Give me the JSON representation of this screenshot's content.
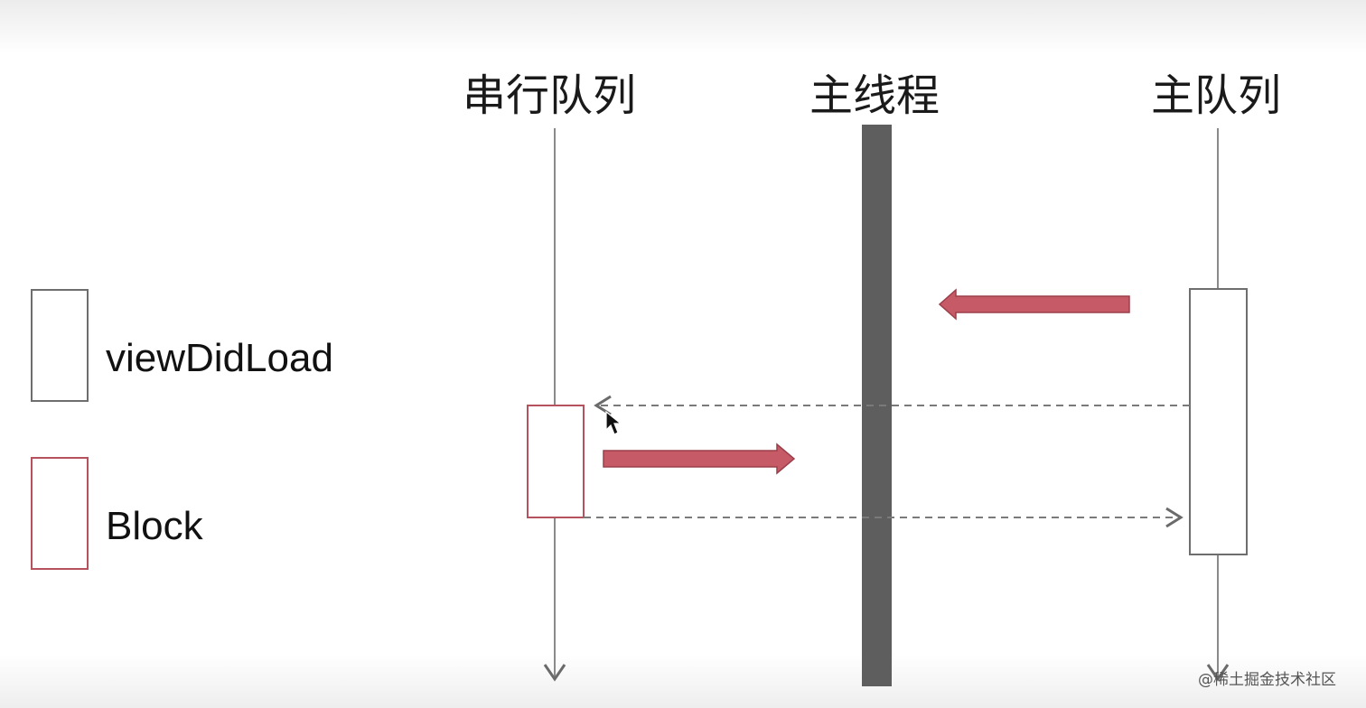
{
  "lanes": {
    "serial_queue": "串行队列",
    "main_thread": "主线程",
    "main_queue": "主队列"
  },
  "legend": {
    "viewdidload": "viewDidLoad",
    "block": "Block"
  },
  "colors": {
    "lifeline": "#8a8a8a",
    "main_thread_bar": "#5e5e5e",
    "block_border": "#b5525e",
    "viewdidload_border": "#6e6e6e",
    "task_arrow": "#c65a66",
    "dashed_arrow": "#7a7a7a"
  },
  "watermark": "@稀土掘金技术社区"
}
